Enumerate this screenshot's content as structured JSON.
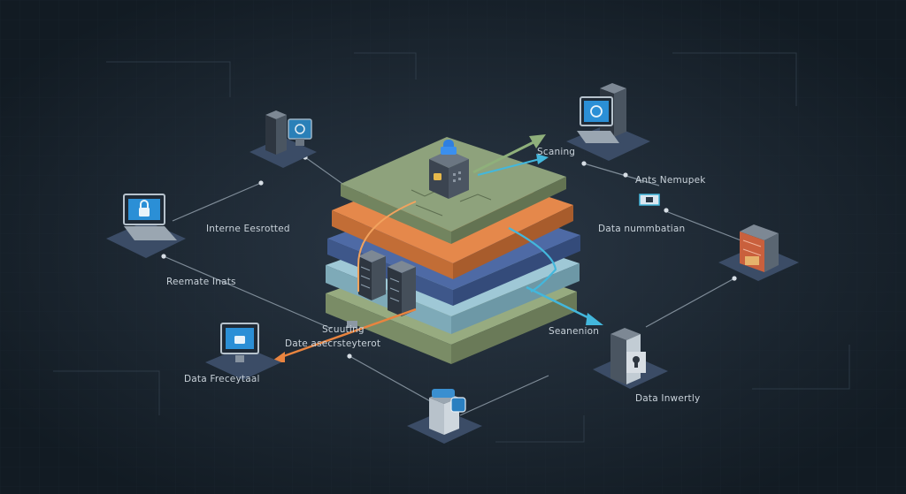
{
  "labels": {
    "top_right_1": "Scaning",
    "top_right_2": "Ants Nemupek",
    "right_1": "Data nummbatian",
    "left_top": "Interne Eesrotted",
    "left_mid": "Reemate Inats",
    "center_bottom_1": "Scuuting",
    "center_bottom_2": "Date asecrsteyterot",
    "left_bottom": "Data Freceytaal",
    "right_mid": "Seanenion",
    "right_bottom": "Data Inwertly"
  },
  "colors": {
    "background": "#15202a",
    "layer_green": "#8ea27c",
    "layer_orange": "#e5884b",
    "layer_blue": "#4e6aa5",
    "layer_cyan": "#9fc8d6",
    "layer_olive": "#97ab80",
    "accent_cyan": "#43b7dc",
    "accent_orange": "#e9843f",
    "accent_green": "#8fb07b"
  },
  "nodes": [
    {
      "name": "server-monitor-node",
      "icon": "server-lock-icon"
    },
    {
      "name": "laptop-lock-node",
      "icon": "laptop-lock-icon"
    },
    {
      "name": "monitor-lock-node",
      "icon": "monitor-lock-icon"
    },
    {
      "name": "cloud-server-node",
      "icon": "server-shield-icon"
    },
    {
      "name": "workstation-node",
      "icon": "workstation-icon"
    },
    {
      "name": "storage-node",
      "icon": "storage-icon"
    },
    {
      "name": "secure-server-node",
      "icon": "server-keyhole-icon"
    }
  ]
}
